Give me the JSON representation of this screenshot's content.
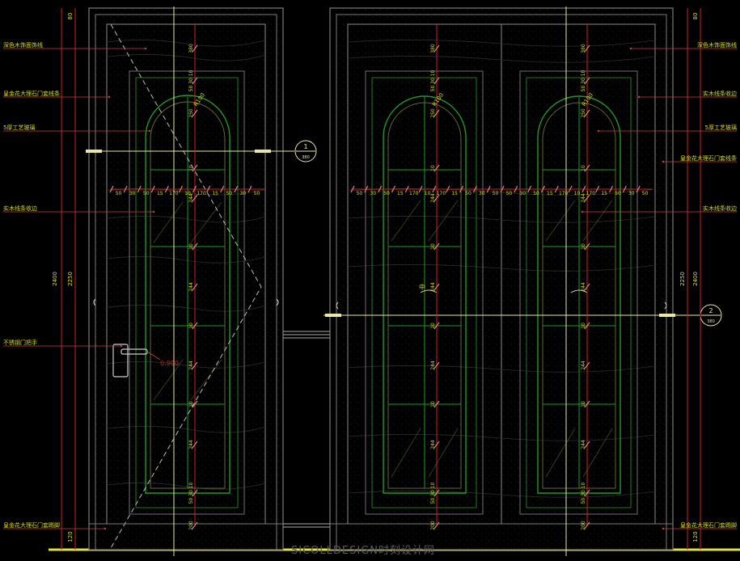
{
  "colors": {
    "background": "#000000",
    "frame": "#7a7a7a",
    "door_panel": "#1f7a1f",
    "glass": "#5c6b2a",
    "dim_red": "#d02020",
    "dim_tick": "#e08080",
    "text_yellow": "#d8d820",
    "axis_yellow": "#e8e8a0",
    "leader_red": "#c04040",
    "hatch": "#262626"
  },
  "left_labels": [
    "深色木饰面饰线",
    "皇金花大理石门套线条",
    "5厚工艺玻璃",
    "实木线条收边",
    "不锈钢门把手",
    "皇金花大理石门套踢脚"
  ],
  "right_labels": [
    "深色木饰面饰线",
    "实木线条收边",
    "5厚工艺玻璃",
    "皇金花大理石门套线条",
    "实木线条收边",
    "皇金花大理石门套踢脚"
  ],
  "left_door": {
    "overall_height": "2400",
    "inner_height": "2250",
    "base_height": "120",
    "top_dim": "80",
    "v_dims": [
      "380",
      "50 30 10",
      "250",
      "10",
      "244",
      "10",
      "244",
      "10",
      "244",
      "10",
      "244",
      "50 30 10",
      "200"
    ],
    "h_dims": [
      "50",
      "30",
      "50",
      "15",
      "170",
      "10",
      "170",
      "15",
      "50",
      "30",
      "50"
    ],
    "arch_radius": "R100",
    "handle_height": "0.900",
    "section_mark_1": "1",
    "section_mark_1_sheet": "380"
  },
  "right_door": {
    "overall_height": "2400",
    "inner_height": "2250",
    "base_height": "120",
    "top_dim": "80",
    "v_dims": [
      "380",
      "50 30 10",
      "250",
      "10",
      "244",
      "10",
      "244",
      "10",
      "244",
      "10",
      "244",
      "50 30 10",
      "200"
    ],
    "h_dims": [
      "50",
      "30",
      "50",
      "15",
      "170",
      "10",
      "170",
      "15",
      "50",
      "30",
      "50",
      "50",
      "30",
      "50",
      "15",
      "170",
      "10",
      "170",
      "15",
      "50",
      "30",
      "50"
    ],
    "arch_radius": "R100",
    "center_mark": "中",
    "section_mark_2": "2",
    "section_mark_2_sheet": "380"
  },
  "watermark": "SICOLLDESIGN时刻设计网"
}
